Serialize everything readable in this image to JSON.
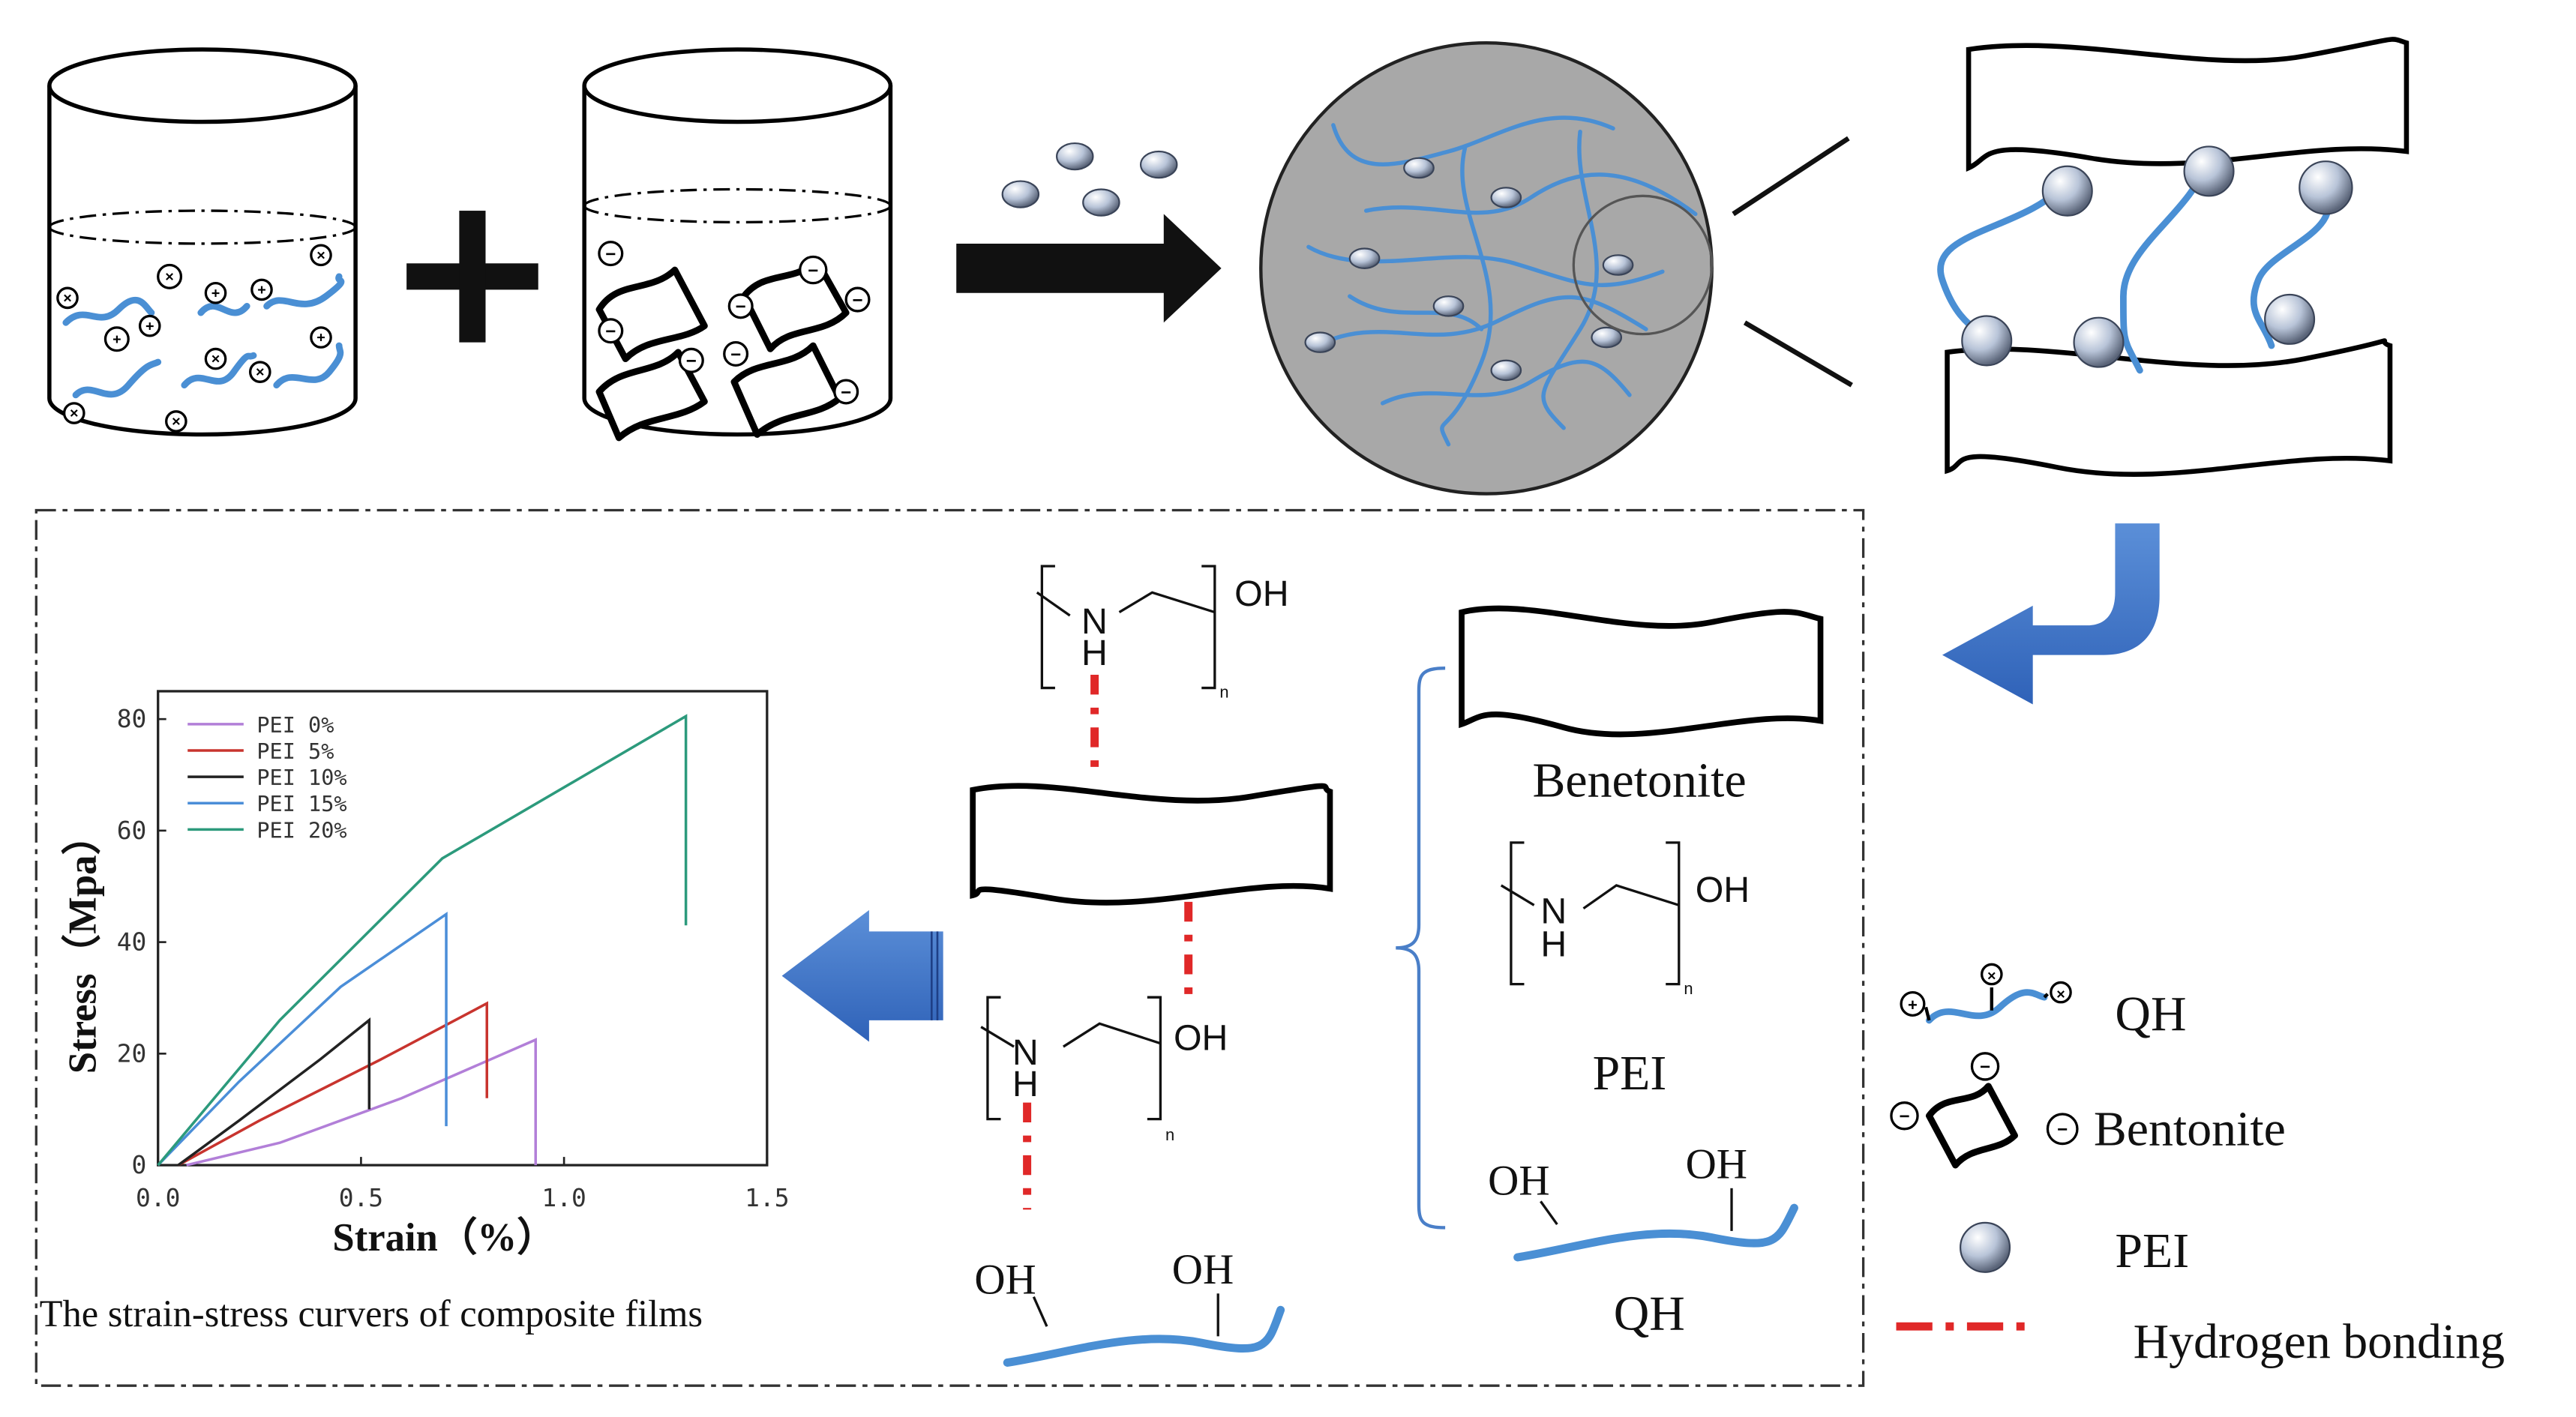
{
  "chem": {
    "pei_N": "N",
    "pei_H": "H",
    "pei_OH": "OH",
    "pei_n": "n",
    "qh_oh": "OH"
  },
  "legend": {
    "benetonite_label": "Benetonite",
    "pei_label": "PEI",
    "qh_label": "QH"
  },
  "key": {
    "qh": "QH",
    "bentonite": "Bentonite",
    "pei": "PEI",
    "hbond": "Hydrogen bonding"
  },
  "charge_symbols": {
    "plus": "+",
    "minus": "−",
    "cross": "×"
  },
  "caption": "The strain-stress curvers of composite films",
  "colors": {
    "polymer_blue": "#4a8fd4",
    "arrow_blue": "#3a70c8",
    "hbond_red": "#e02828",
    "circle_gray": "#a8a8a8"
  },
  "chart_data": {
    "type": "line",
    "xlabel": "Strain（%）",
    "ylabel": "Stress（Mpa）",
    "xlim": [
      0,
      1.5
    ],
    "ylim": [
      0,
      85
    ],
    "xticks": [
      0.0,
      0.5,
      1.0,
      1.5
    ],
    "xtick_labels": [
      "0.0",
      "0.5",
      "1.0",
      "1.5"
    ],
    "yticks": [
      0,
      20,
      40,
      60,
      80
    ],
    "ytick_labels": [
      "0",
      "20",
      "40",
      "60",
      "80"
    ],
    "legend_position": "top-left",
    "grid": false,
    "series": [
      {
        "name": "PEI  0%",
        "color": "#b27fd8",
        "x": [
          0.07,
          0.3,
          0.6,
          0.93,
          0.93
        ],
        "y": [
          0,
          4,
          12,
          22.5,
          0
        ]
      },
      {
        "name": "PEI  5%",
        "color": "#c8342e",
        "x": [
          0.05,
          0.25,
          0.55,
          0.81,
          0.81
        ],
        "y": [
          0,
          8,
          19,
          29,
          12
        ]
      },
      {
        "name": "PEI  10%",
        "color": "#222222",
        "x": [
          0.05,
          0.2,
          0.4,
          0.52,
          0.52
        ],
        "y": [
          0,
          8,
          19,
          26,
          10
        ]
      },
      {
        "name": "PEI  15%",
        "color": "#4b8ed8",
        "x": [
          0.0,
          0.2,
          0.45,
          0.71,
          0.71
        ],
        "y": [
          0,
          15,
          32,
          45,
          7
        ]
      },
      {
        "name": "PEI  20%",
        "color": "#2c9a7c",
        "x": [
          0.0,
          0.3,
          0.7,
          1.3,
          1.3
        ],
        "y": [
          0,
          26,
          55,
          80.5,
          43
        ]
      }
    ]
  }
}
